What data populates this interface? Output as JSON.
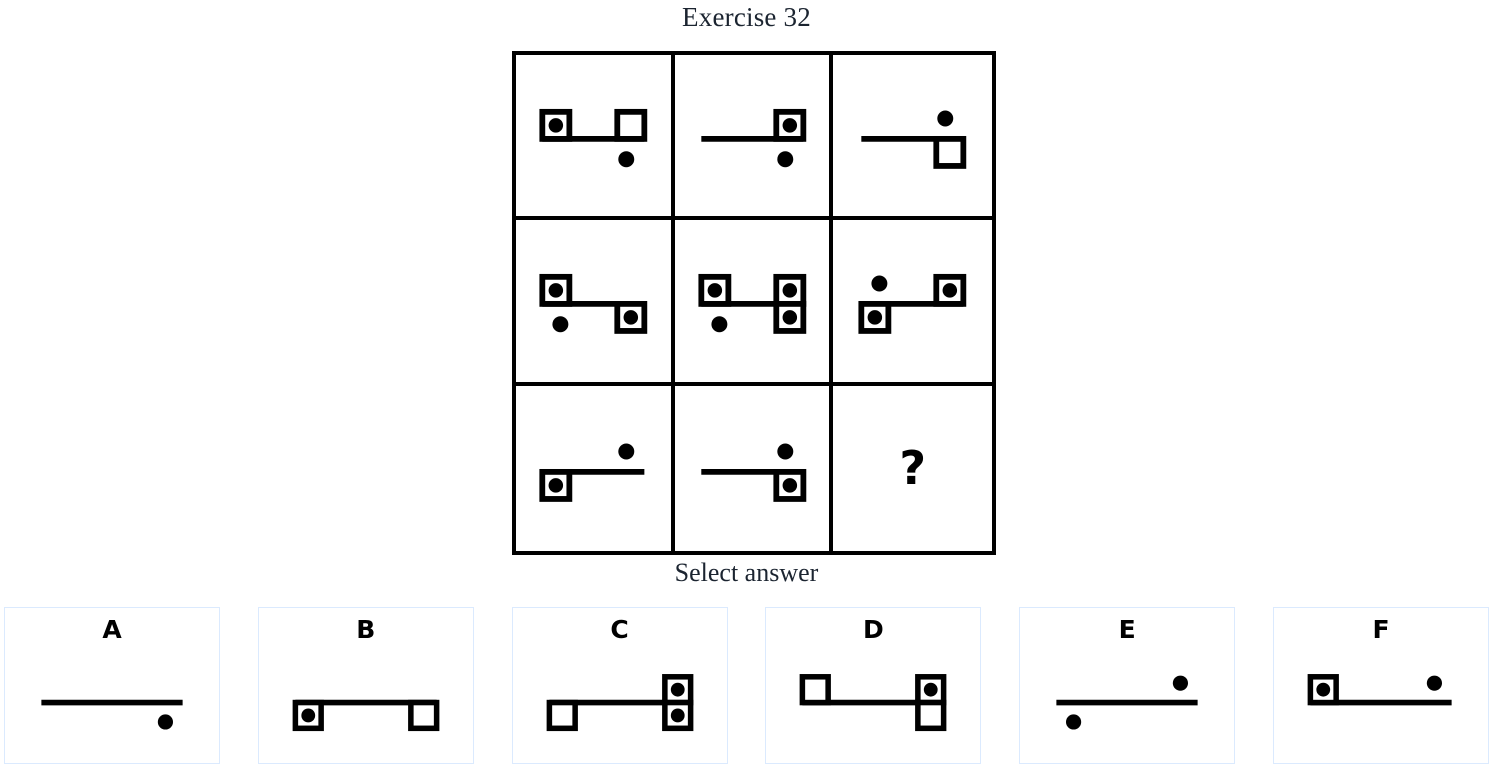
{
  "title": "Exercise 32",
  "select_prompt": "Select answer",
  "question_mark": "?",
  "colors": {
    "ink": "#000000",
    "title": "#1b2430",
    "panel_border": "#dbeafe",
    "background": "#ffffff"
  },
  "matrix": {
    "rows": 3,
    "cols": 3,
    "cells": [
      {
        "id": "cell-r1c1",
        "label": "row 1 column 1",
        "line": true,
        "elements": [
          {
            "kind": "square-dot",
            "side": "above",
            "pos": "left"
          },
          {
            "kind": "square-empty",
            "side": "above",
            "pos": "right"
          },
          {
            "kind": "dot",
            "side": "below",
            "pos": "right"
          }
        ]
      },
      {
        "id": "cell-r1c2",
        "label": "row 1 column 2",
        "line": true,
        "elements": [
          {
            "kind": "square-dot",
            "side": "above",
            "pos": "right"
          },
          {
            "kind": "dot",
            "side": "below",
            "pos": "right"
          }
        ]
      },
      {
        "id": "cell-r1c3",
        "label": "row 1 column 3",
        "line": true,
        "elements": [
          {
            "kind": "dot",
            "side": "above",
            "pos": "right"
          },
          {
            "kind": "square-empty",
            "side": "below",
            "pos": "right"
          }
        ]
      },
      {
        "id": "cell-r2c1",
        "label": "row 2 column 1",
        "line": true,
        "elements": [
          {
            "kind": "square-dot",
            "side": "above",
            "pos": "left"
          },
          {
            "kind": "dot",
            "side": "below",
            "pos": "left"
          },
          {
            "kind": "square-dot",
            "side": "below",
            "pos": "right"
          }
        ]
      },
      {
        "id": "cell-r2c2",
        "label": "row 2 column 2",
        "line": true,
        "elements": [
          {
            "kind": "square-dot",
            "side": "above",
            "pos": "left"
          },
          {
            "kind": "dot",
            "side": "below",
            "pos": "left"
          },
          {
            "kind": "square-dot",
            "side": "above",
            "pos": "right"
          },
          {
            "kind": "square-dot",
            "side": "below",
            "pos": "right"
          }
        ]
      },
      {
        "id": "cell-r2c3",
        "label": "row 2 column 3",
        "line": true,
        "elements": [
          {
            "kind": "dot",
            "side": "above",
            "pos": "left"
          },
          {
            "kind": "square-dot",
            "side": "below",
            "pos": "left"
          },
          {
            "kind": "square-dot",
            "side": "above",
            "pos": "right"
          }
        ]
      },
      {
        "id": "cell-r3c1",
        "label": "row 3 column 1",
        "line": true,
        "elements": [
          {
            "kind": "square-dot",
            "side": "below",
            "pos": "left"
          },
          {
            "kind": "dot",
            "side": "above",
            "pos": "right"
          }
        ]
      },
      {
        "id": "cell-r3c2",
        "label": "row 3 column 2",
        "line": true,
        "elements": [
          {
            "kind": "dot",
            "side": "above",
            "pos": "right"
          },
          {
            "kind": "square-dot",
            "side": "below",
            "pos": "right"
          }
        ]
      },
      {
        "id": "cell-r3c3",
        "label": "row 3 column 3 - missing tile",
        "missing": true,
        "line": false,
        "elements": []
      }
    ]
  },
  "answers": [
    {
      "letter": "A",
      "line": true,
      "elements": [
        {
          "kind": "dot",
          "side": "below",
          "pos": "right"
        }
      ]
    },
    {
      "letter": "B",
      "line": true,
      "elements": [
        {
          "kind": "square-dot",
          "side": "below",
          "pos": "left"
        },
        {
          "kind": "square-empty",
          "side": "below",
          "pos": "right"
        }
      ]
    },
    {
      "letter": "C",
      "line": true,
      "elements": [
        {
          "kind": "square-empty",
          "side": "below",
          "pos": "left"
        },
        {
          "kind": "square-dot",
          "side": "above",
          "pos": "right"
        },
        {
          "kind": "square-dot",
          "side": "below",
          "pos": "right"
        }
      ]
    },
    {
      "letter": "D",
      "line": true,
      "elements": [
        {
          "kind": "square-empty",
          "side": "above",
          "pos": "left"
        },
        {
          "kind": "square-dot",
          "side": "above",
          "pos": "right"
        },
        {
          "kind": "square-empty",
          "side": "below",
          "pos": "right"
        }
      ]
    },
    {
      "letter": "E",
      "line": true,
      "elements": [
        {
          "kind": "dot",
          "side": "above",
          "pos": "right"
        },
        {
          "kind": "dot",
          "side": "below",
          "pos": "left"
        }
      ]
    },
    {
      "letter": "F",
      "line": true,
      "elements": [
        {
          "kind": "square-dot",
          "side": "above",
          "pos": "left"
        },
        {
          "kind": "dot",
          "side": "above",
          "pos": "right"
        }
      ]
    }
  ]
}
